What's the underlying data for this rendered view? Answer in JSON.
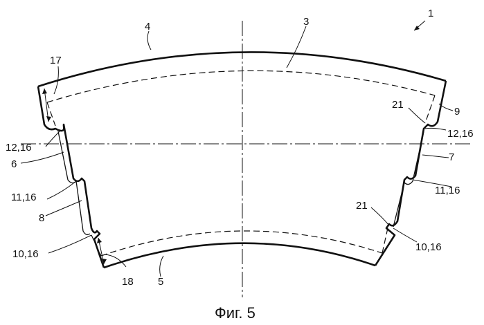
{
  "figure": {
    "caption": "Фиг. 5",
    "reference_numerals": {
      "n1": "1",
      "n3": "3",
      "n4": "4",
      "n5": "5",
      "n6": "6",
      "n7": "7",
      "n8": "8",
      "n9": "9",
      "n17": "17",
      "n18": "18",
      "n21_upper": "21",
      "n21_lower": "21",
      "left_12_16": "12,16",
      "left_11_16": "11,16",
      "left_10_16": "10,16",
      "right_12_16": "12,16",
      "right_11_16": "11,16",
      "right_10_16": "10,16"
    }
  }
}
